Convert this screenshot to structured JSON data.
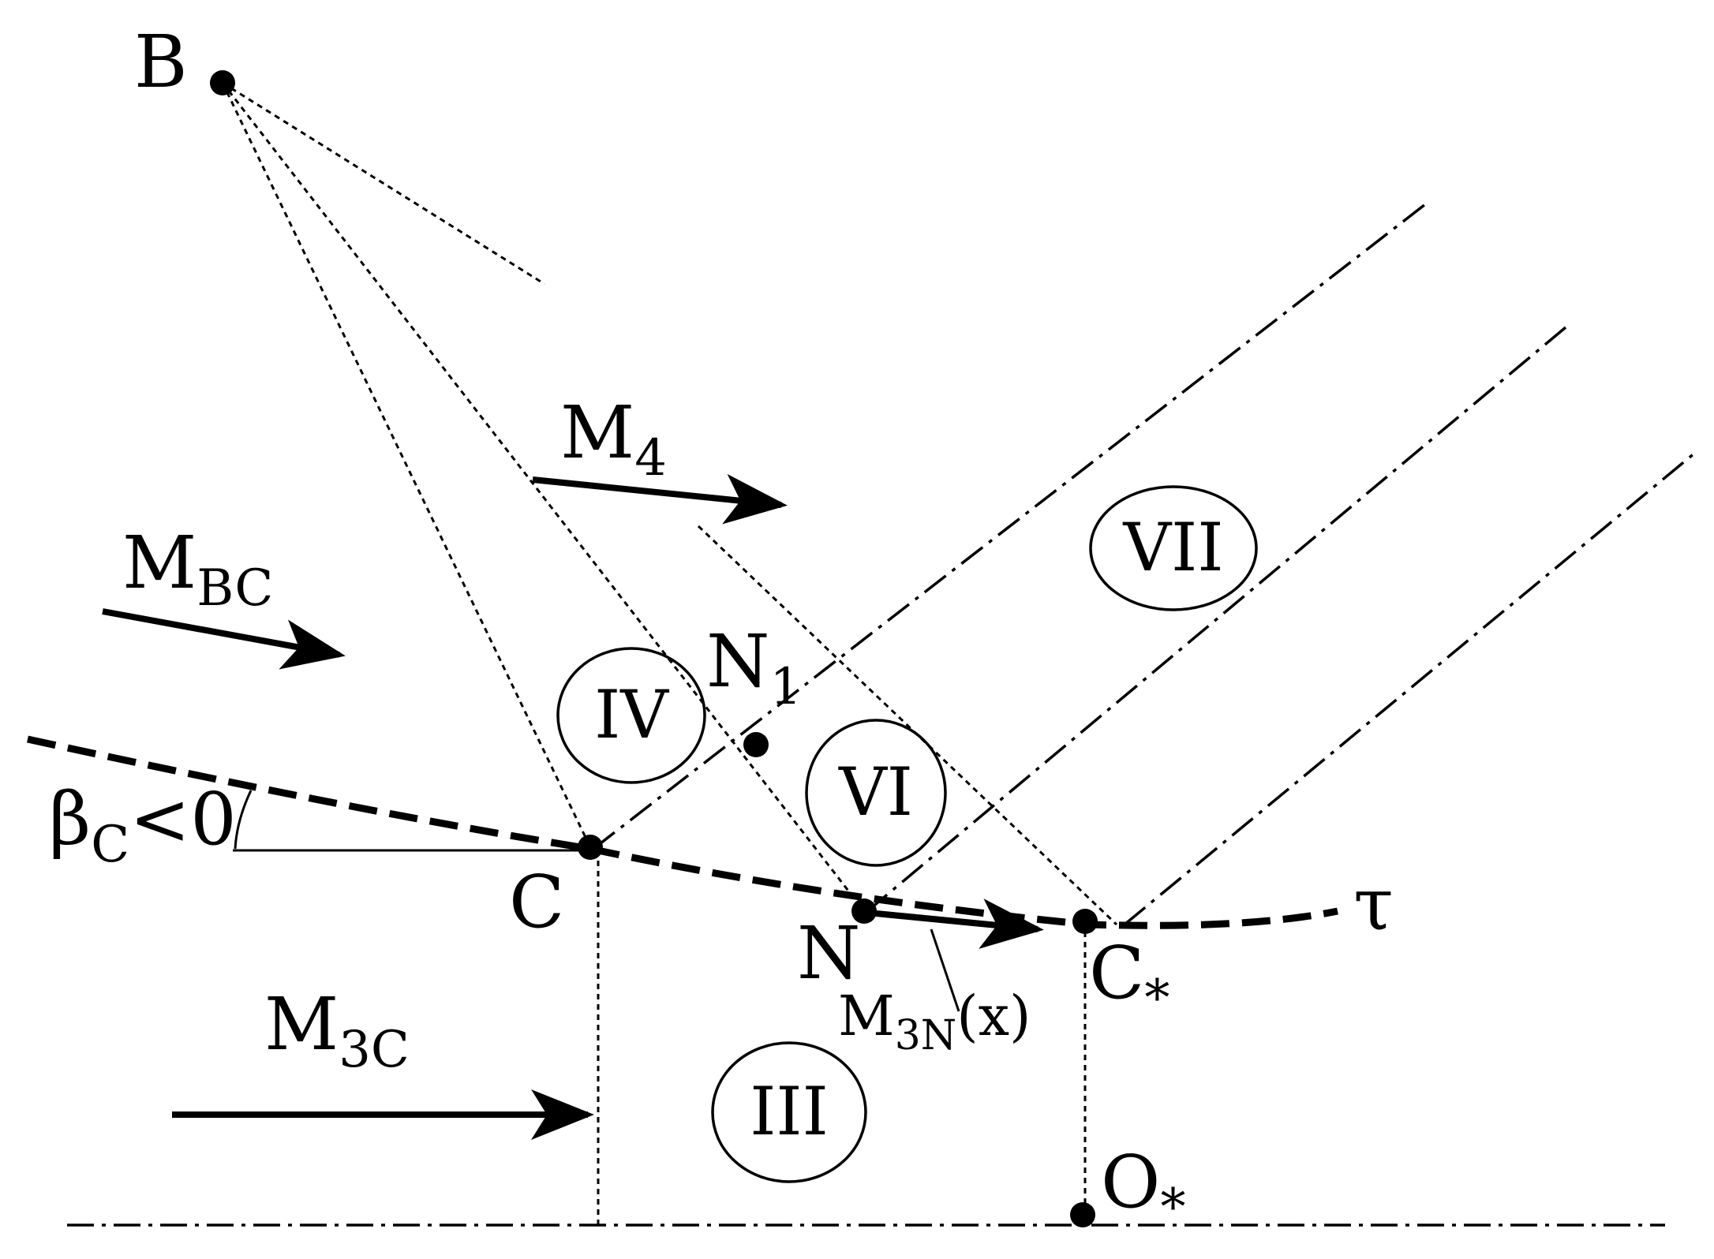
{
  "points": {
    "B": "B",
    "C": "C",
    "N": "N",
    "N1_main": "N",
    "N1_sub": "1",
    "Cstar_main": "C",
    "Cstar_sub": "*",
    "Ostar_main": "O",
    "Ostar_sub": "*"
  },
  "regions": {
    "III": "III",
    "IV": "IV",
    "VI": "VI",
    "VII": "VII"
  },
  "flows": {
    "M4_main": "M",
    "M4_sub": "4",
    "MBC_main": "M",
    "MBC_sub": "BC",
    "M3C_main": "M",
    "M3C_sub": "3C",
    "M3N_main": "M",
    "M3N_sub": "3N",
    "M3N_arg": "(x)"
  },
  "angle": {
    "beta_main": "β",
    "beta_sub": "C",
    "beta_rel": "<0"
  },
  "curve": {
    "tau": "τ"
  }
}
